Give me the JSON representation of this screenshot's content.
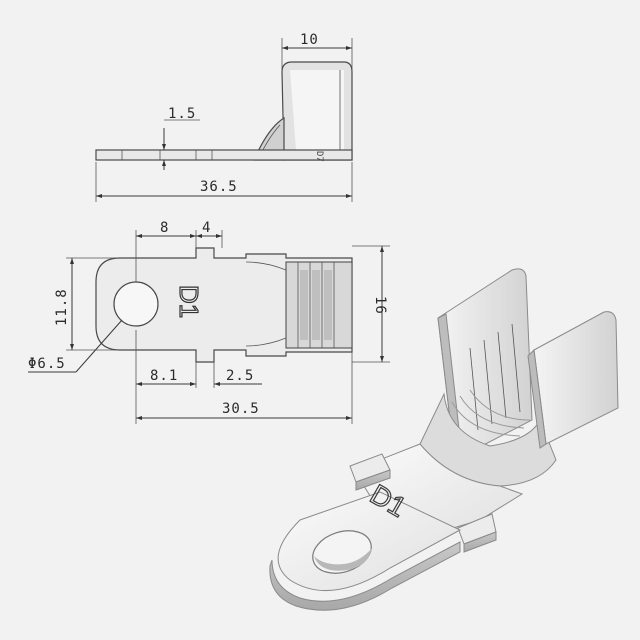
{
  "dimensions": {
    "top_width": "10",
    "thickness": "1.5",
    "overall_length_side": "36.5",
    "ring_to_neck": "8",
    "neck_width": "4",
    "ring_height": "11.8",
    "hole_diameter": "Φ6.5",
    "ring_length": "8.1",
    "tab_offset": "2.5",
    "overall_length_top": "30.5",
    "overall_width": "16"
  },
  "marking": "D1",
  "colors": {
    "background": "#f2f2f2",
    "line": "#3a3a3a",
    "metal_light": "#f7f7f7",
    "metal_mid": "#d9d9d9",
    "metal_dark": "#b5b5b5"
  }
}
